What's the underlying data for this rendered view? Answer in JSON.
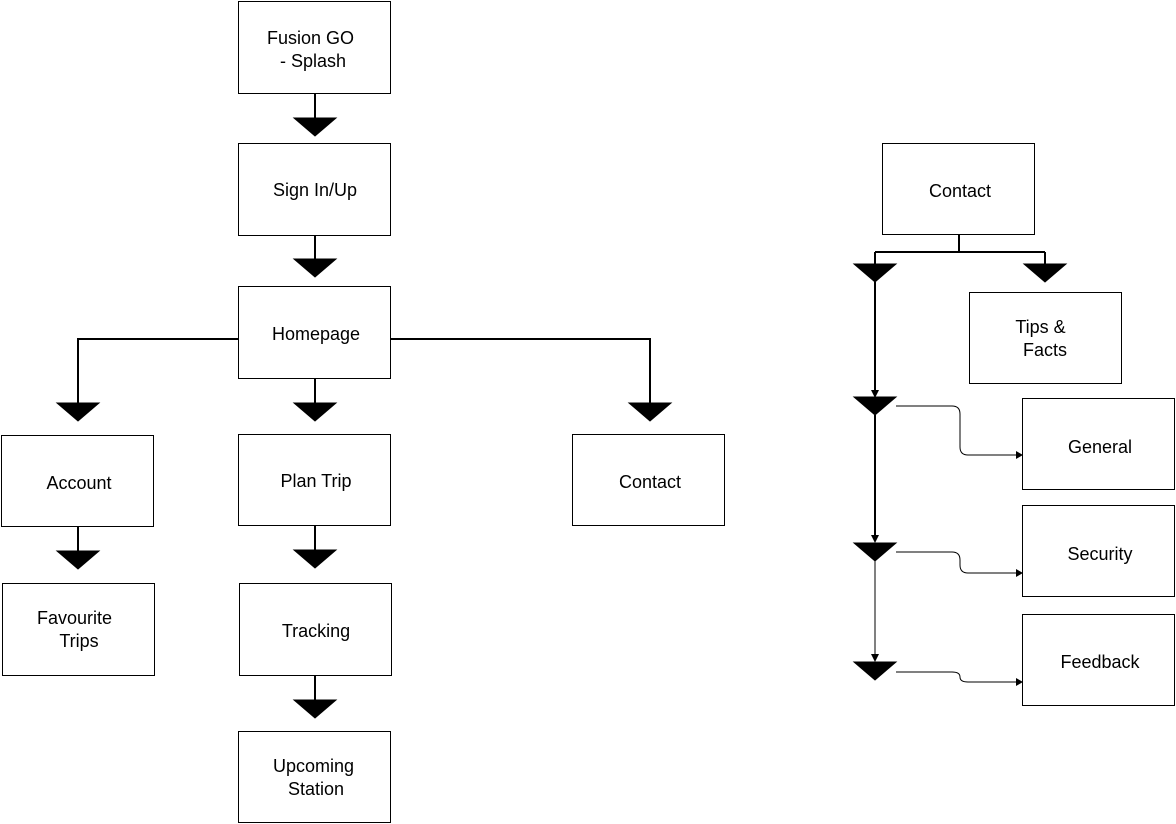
{
  "diagram": {
    "nodes": {
      "splash": [
        "Fusion GO",
        "- Splash"
      ],
      "signin": [
        "Sign In/Up"
      ],
      "homepage": [
        "Homepage"
      ],
      "account": [
        "Account"
      ],
      "plantrip": [
        "Plan Trip"
      ],
      "contact_main": [
        "Contact"
      ],
      "favourite": [
        "Favourite",
        "Trips"
      ],
      "tracking": [
        "Tracking"
      ],
      "upcoming": [
        "Upcoming",
        "Station"
      ],
      "contact_right": [
        "Contact"
      ],
      "tips": [
        "Tips &",
        " Facts"
      ],
      "general": [
        "General"
      ],
      "security": [
        "Security"
      ],
      "feedback": [
        "Feedback"
      ]
    }
  }
}
